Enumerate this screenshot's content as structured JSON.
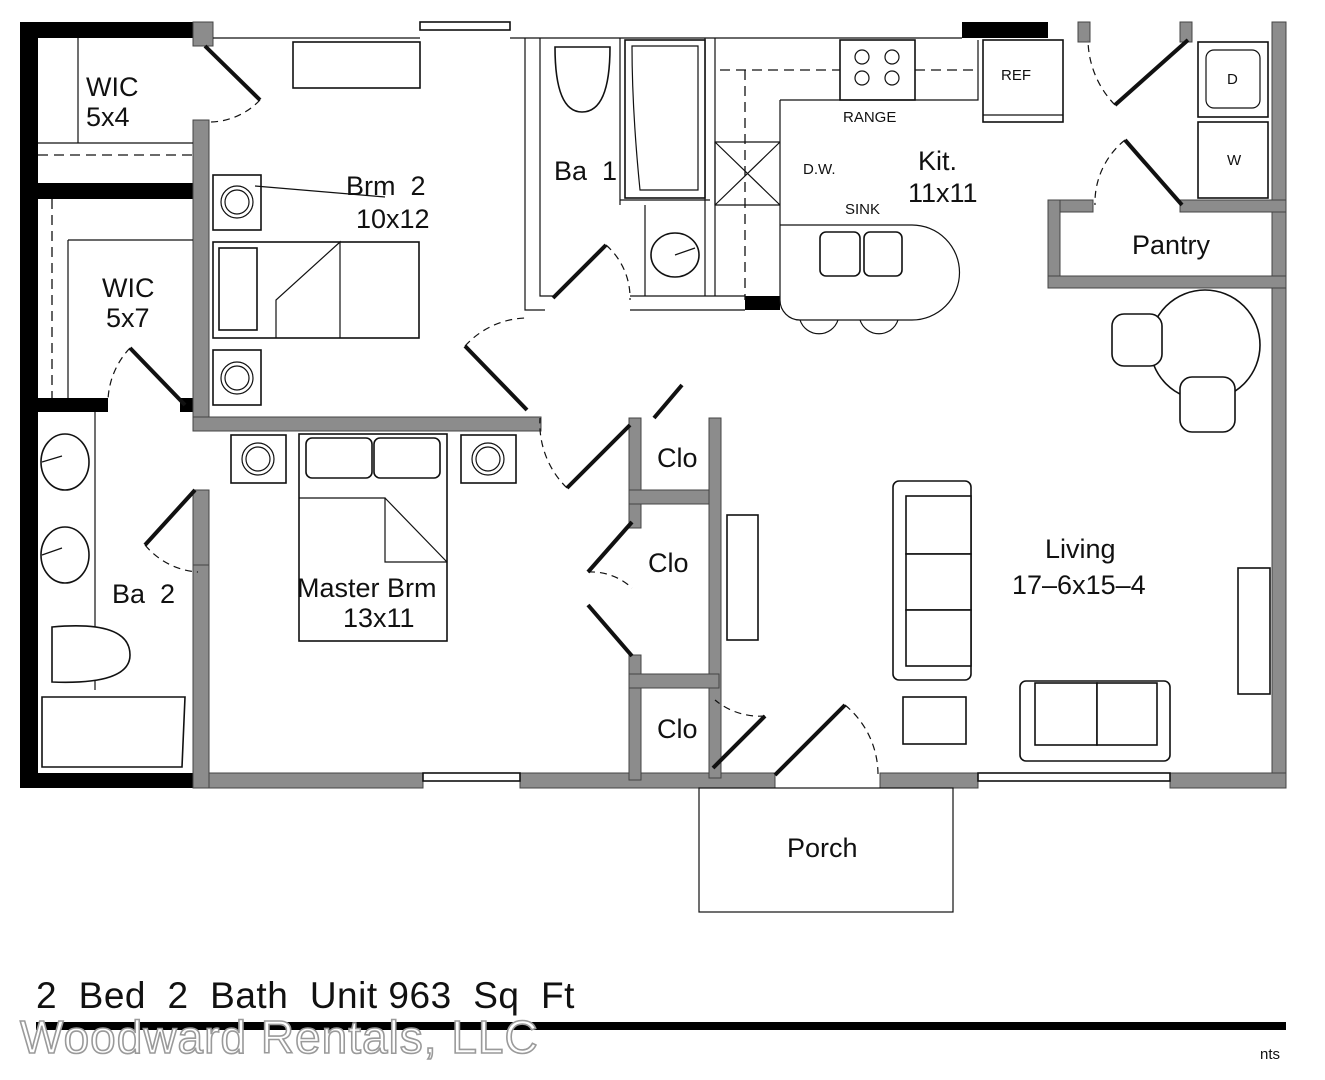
{
  "rooms": {
    "wic1_name": "WIC",
    "wic1_size": "5x4",
    "wic2_name": "WIC",
    "wic2_size": "5x7",
    "brm2_name": "Brm  2",
    "brm2_size": "10x12",
    "ba1": "Ba  1",
    "ba2": "Ba  2",
    "kit_name": "Kit.",
    "kit_size": "11x11",
    "pantry": "Pantry",
    "master_name": "Master Brm",
    "master_size": "13x11",
    "clo_top": "Clo",
    "clo_mid": "Clo",
    "clo_bot": "Clo",
    "living_name": "Living",
    "living_size": "17–6x15–4",
    "porch": "Porch"
  },
  "fixtures": {
    "range": "RANGE",
    "ref": "REF",
    "dw": "D.W.",
    "sink": "SINK",
    "dryer": "D",
    "washer": "W"
  },
  "caption": "2  Bed  2  Bath  Unit 963  Sq  Ft",
  "watermark": "Woodward Rentals, LLC",
  "scale_note": "nts"
}
